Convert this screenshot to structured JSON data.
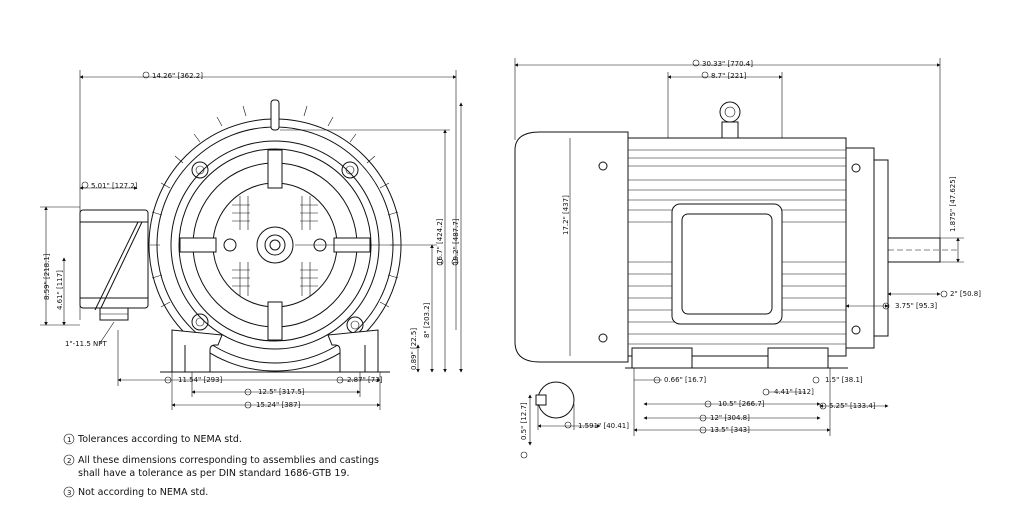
{
  "front_view": {
    "dims": {
      "overall_width": "14.26\" [362.2]",
      "conduit_offset": "5.01\" [127.2]",
      "box_height": "8.59\" [218.1]",
      "box_lower": "4.61\" [117]",
      "npt": "1\"-11.5 NPT",
      "foot_height": "0.89\" [22.5]",
      "shaft_height": "8\" [203.2]",
      "height_167": "16.7\" [424.2]",
      "height_192": "19.2\" [487.7]",
      "base_left": "11.54\" [293]",
      "foot_right": "2.87\" [73]",
      "hole_spacing": "12.5\" [317.5]",
      "base_overall": "15.24\" [387]"
    }
  },
  "side_view": {
    "dims": {
      "overall_length": "30.33\" [770.4]",
      "eyebolt_pos": "8.7\" [221]",
      "frame_dia": "17.2\" [437]",
      "shaft_dia": "1.875\" [47.625]",
      "shaft_center": "2\" [50.8]",
      "shaft_ext": "3.75\" [95.3]",
      "mount_hole": "0.66\" [16.7]",
      "foot_width": "1.5\" [38.1]",
      "foot_offset": "4.41\" [112]",
      "foot_spacing": "10.5\" [266.7]",
      "end_offset": "5.25\" [133.4]",
      "foot_length": "12\" [304.8]",
      "base_length": "13.5\" [343]"
    }
  },
  "keyway": {
    "dims": {
      "key_height": "1.591\" [40.41]",
      "key_width": "0.5\" [12.7]"
    }
  },
  "notes": [
    {
      "marker": "1",
      "text": "Tolerances according to NEMA std."
    },
    {
      "marker": "2",
      "text": "All these dimensions corresponding to assemblies and castings",
      "text2": "shall have a tolerance as per DIN standard 1686-GTB 19."
    },
    {
      "marker": "3",
      "text": "Not according to NEMA std."
    }
  ]
}
